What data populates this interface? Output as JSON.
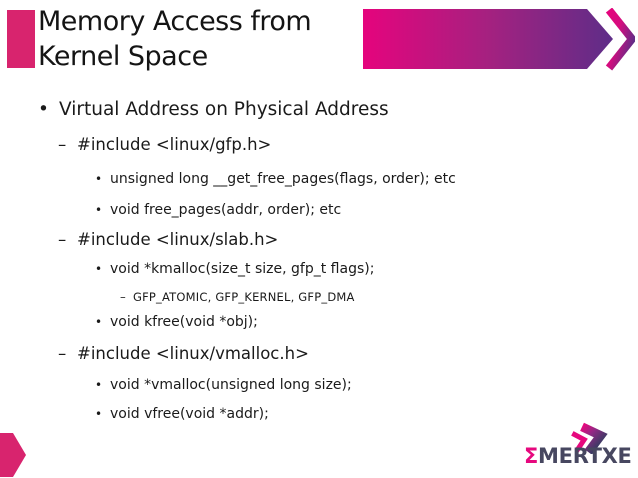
{
  "slide": {
    "title_line1": "Memory Access from",
    "title_line2": "Kernel Space"
  },
  "content": {
    "items": [
      {
        "level": 1,
        "marker": "•",
        "text": "Virtual Address on Physical Address"
      },
      {
        "level": 2,
        "marker": "–",
        "text": "#include <linux/gfp.h>"
      },
      {
        "level": 3,
        "marker": "•",
        "text": "unsigned long __get_free_pages(flags, order); etc"
      },
      {
        "level": 3,
        "marker": "•",
        "text": "void free_pages(addr, order); etc"
      },
      {
        "level": 2,
        "marker": "–",
        "text": "#include <linux/slab.h>"
      },
      {
        "level": 3,
        "marker": "•",
        "text": "void *kmalloc(size_t size, gfp_t flags);"
      },
      {
        "level": 4,
        "marker": "–",
        "text": "GFP_ATOMIC, GFP_KERNEL, GFP_DMA"
      },
      {
        "level": 3,
        "marker": "•",
        "text": "void kfree(void *obj);"
      },
      {
        "level": 2,
        "marker": "–",
        "text": "#include <linux/vmalloc.h>"
      },
      {
        "level": 3,
        "marker": "•",
        "text": "void *vmalloc(unsigned long size);"
      },
      {
        "level": 3,
        "marker": "•",
        "text": "void vfree(void *addr);"
      }
    ]
  },
  "logo": {
    "sigma": "Σ",
    "name": "MERTXE"
  },
  "colors": {
    "accent_pink": "#e5047d",
    "accent_purple": "#5e2d88",
    "bar_pink": "#d8246e",
    "logo_navy": "#474760",
    "text": "#1a1a1a"
  }
}
